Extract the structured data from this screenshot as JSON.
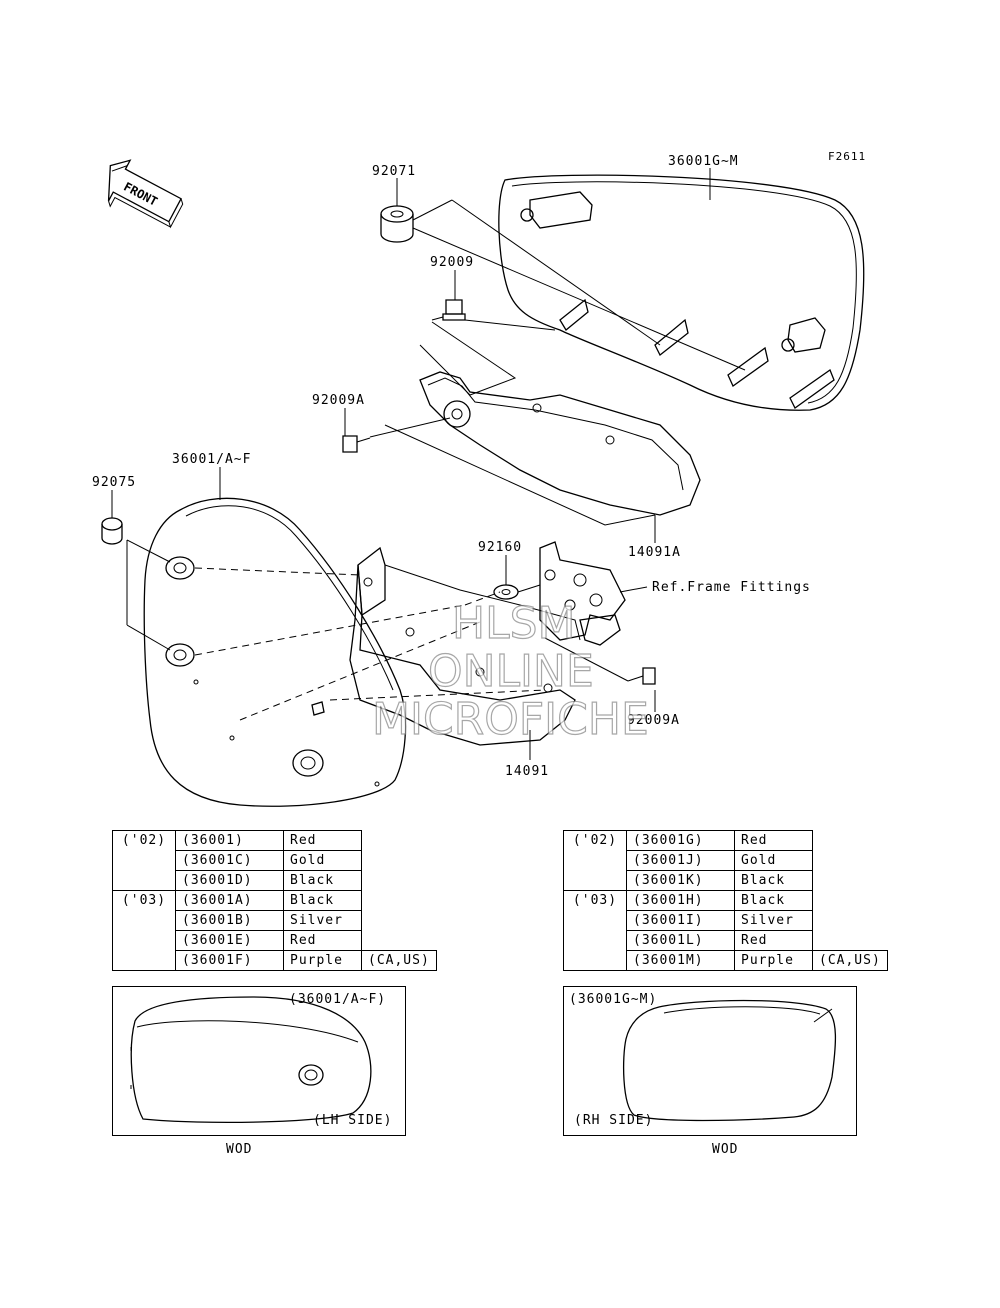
{
  "figure_code": "F2611",
  "front_label": "FRONT",
  "callouts": {
    "rh_cover": "36001G~M",
    "grommet_rh": "92071",
    "bolt_rh_upper": "92009",
    "bolt_rh_lower": "92009A",
    "rh_cover_plate": "14091A",
    "lh_cover": "36001/A~F",
    "grommet_lh": "92075",
    "washer": "92160",
    "ref_frame": "Ref.Frame Fittings",
    "bolt_lh": "92009A",
    "lh_cover_plate": "14091"
  },
  "watermark": [
    "HLSM",
    "ONLINE",
    "MICROFICHE"
  ],
  "lh_table": [
    {
      "year": "('02)",
      "code": "(36001)",
      "color": "Red",
      "region": ""
    },
    {
      "year": "",
      "code": "(36001C)",
      "color": "Gold",
      "region": ""
    },
    {
      "year": "",
      "code": "(36001D)",
      "color": "Black",
      "region": ""
    },
    {
      "year": "('03)",
      "code": "(36001A)",
      "color": "Black",
      "region": ""
    },
    {
      "year": "",
      "code": "(36001B)",
      "color": "Silver",
      "region": ""
    },
    {
      "year": "",
      "code": "(36001E)",
      "color": "Red",
      "region": ""
    },
    {
      "year": "",
      "code": "(36001F)",
      "color": "Purple",
      "region": "(CA,US)"
    }
  ],
  "rh_table": [
    {
      "year": "('02)",
      "code": "(36001G)",
      "color": "Red",
      "region": ""
    },
    {
      "year": "",
      "code": "(36001J)",
      "color": "Gold",
      "region": ""
    },
    {
      "year": "",
      "code": "(36001K)",
      "color": "Black",
      "region": ""
    },
    {
      "year": "('03)",
      "code": "(36001H)",
      "color": "Black",
      "region": ""
    },
    {
      "year": "",
      "code": "(36001I)",
      "color": "Silver",
      "region": ""
    },
    {
      "year": "",
      "code": "(36001L)",
      "color": "Red",
      "region": ""
    },
    {
      "year": "",
      "code": "(36001M)",
      "color": "Purple",
      "region": "(CA,US)"
    }
  ],
  "lh_inset": {
    "code": "(36001/A~F)",
    "side": "(LH SIDE)",
    "caption": "WOD"
  },
  "rh_inset": {
    "code": "(36001G~M)",
    "side": "(RH SIDE)",
    "caption": "WOD"
  }
}
